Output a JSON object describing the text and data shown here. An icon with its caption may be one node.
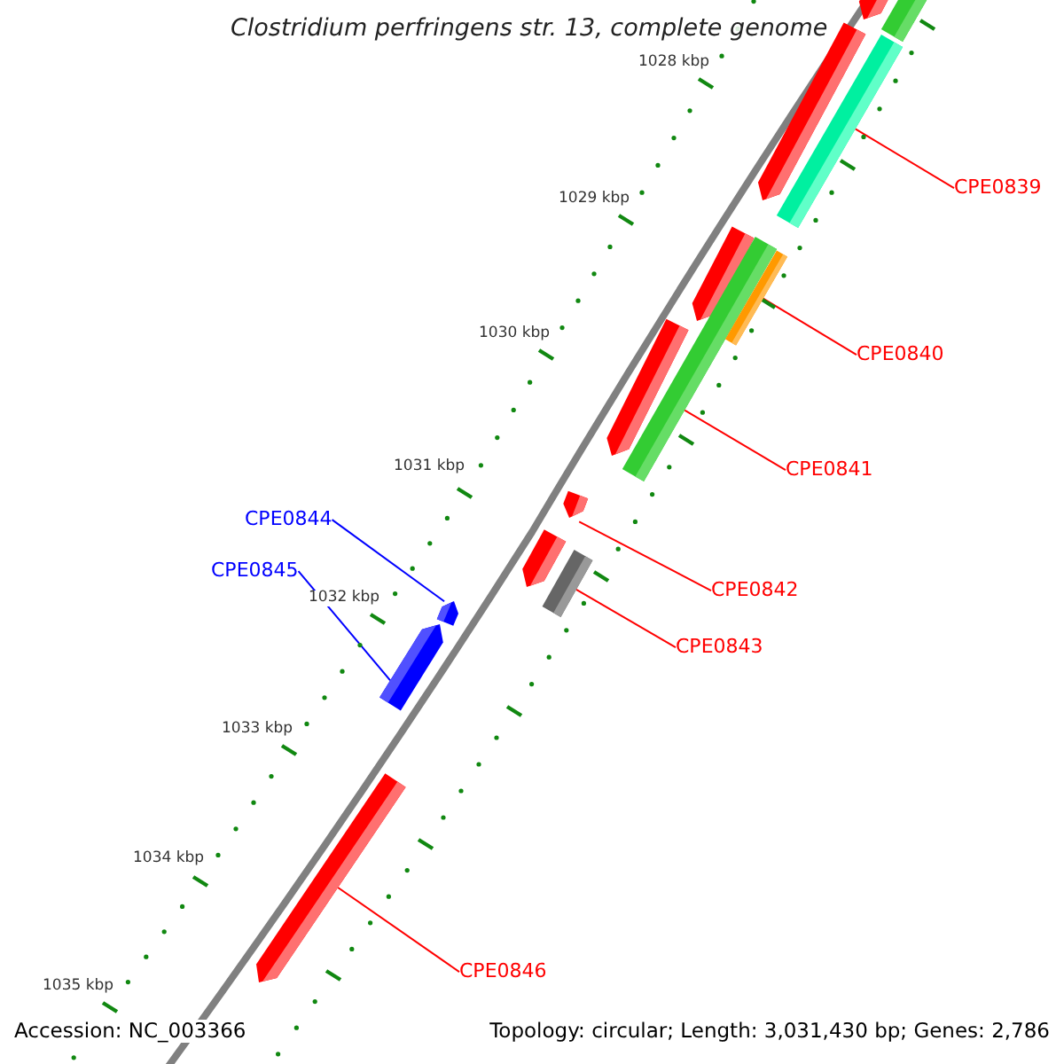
{
  "diagram": {
    "title": "Clostridium perfringens str. 13, complete genome",
    "nodes": [
      {
        "text": [],
        "shape": "bar"
      },
      {
        "text": [],
        "shape": "arrow"
      },
      {
        "text": [],
        "shape": "arrow"
      },
      {
        "text": [],
        "shape": "bar"
      },
      {
        "text": [
          "CPE0839"
        ]
      },
      {
        "text": [],
        "shape": "arrow"
      },
      {
        "text": [],
        "shape": "bar"
      },
      {
        "text": [],
        "shape": "bar"
      },
      {
        "text": [
          "CPE0840"
        ]
      },
      {
        "text": [],
        "shape": "arrow"
      },
      {
        "text": [
          "CPE0841"
        ]
      },
      {
        "text": [],
        "shape": "arrow"
      },
      {
        "text": [],
        "shape": "arrow"
      },
      {
        "text": [
          "CPE0842"
        ]
      },
      {
        "text": [],
        "shape": "bar"
      },
      {
        "text": [
          "CPE0844"
        ]
      },
      {
        "text": [],
        "shape": "arrow"
      },
      {
        "text": [
          "CPE0845"
        ]
      },
      {
        "text": [
          "CPE0843"
        ]
      },
      {
        "text": [],
        "shape": "arrow"
      },
      {
        "text": [],
        "shape": "arrow"
      },
      {
        "text": [
          "CPE0846"
        ]
      }
    ],
    "edges": [
      {
        "from": 4,
        "to": 3,
        "arrow": "none"
      },
      {
        "from": 8,
        "to": 7,
        "arrow": "none"
      },
      {
        "from": 10,
        "to": 6,
        "arrow": "none"
      },
      {
        "from": 13,
        "to": 11,
        "arrow": "none"
      },
      {
        "from": 18,
        "to": 14,
        "arrow": "none"
      },
      {
        "from": 15,
        "to": 16,
        "arrow": "none",
        "color": "#0000ff"
      },
      {
        "from": 17,
        "to": 19,
        "arrow": "none",
        "color": "#0000ff"
      },
      {
        "from": 21,
        "to": 20,
        "arrow": "none"
      }
    ],
    "labels": [
      "1028 kbp",
      "1029 kbp",
      "1030 kbp",
      "1031 kbp",
      "1032 kbp",
      "1033 kbp",
      "1034 kbp",
      "1035 kbp",
      "Accession: NC_003366",
      "Topology: circular; Length: 3,031,430 bp; Genes: 2,786"
    ]
  }
}
